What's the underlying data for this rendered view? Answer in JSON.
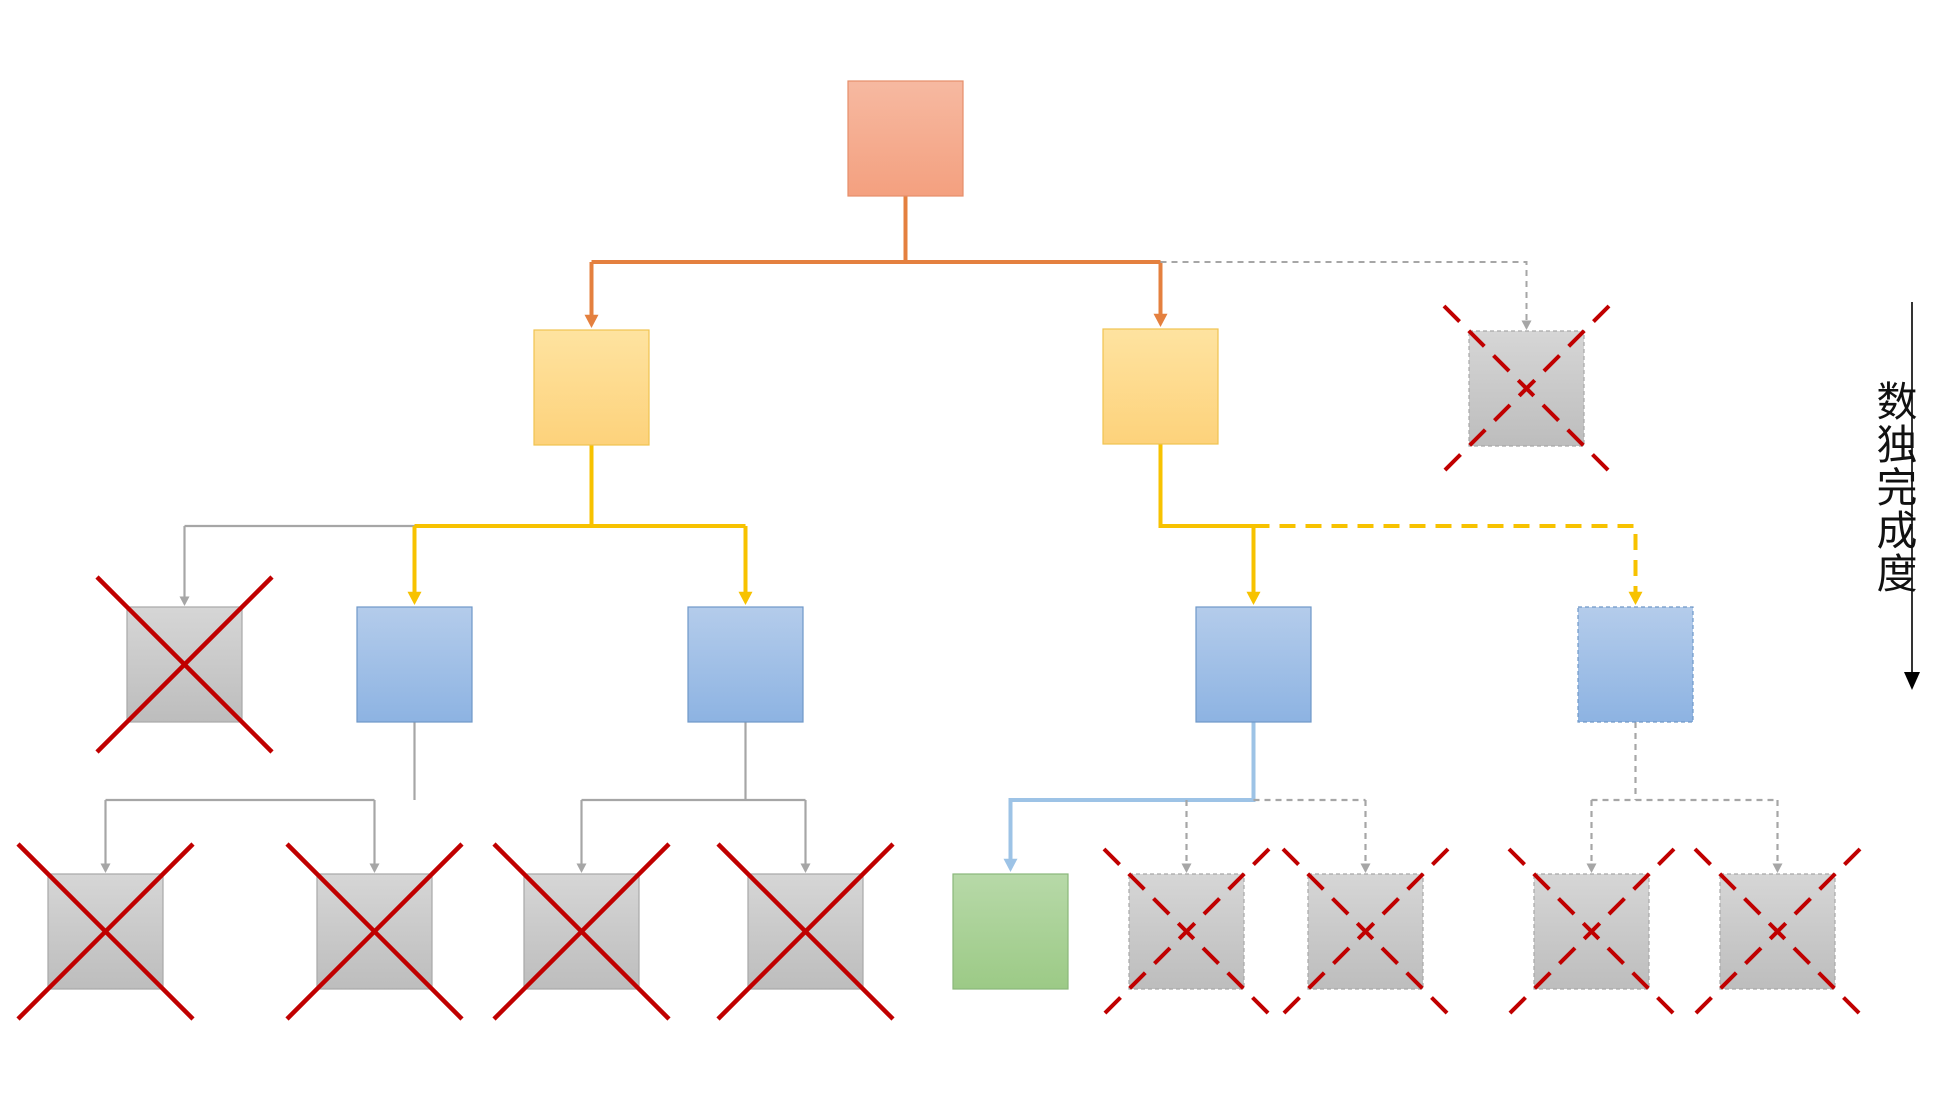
{
  "axis_label": "数独完成度",
  "colors": {
    "root": "#f4a383",
    "level1": "#fdd77d",
    "level2": "#93b8e3",
    "solution": "#a3cd8e",
    "pruned": "#c8c8c8",
    "edge_root": "#e4803f",
    "edge_level1": "#f7c200",
    "edge_level2": "#9dc3e6",
    "edge_pruned": "#a6a6a6",
    "cross": "#c00000"
  },
  "tree": {
    "root": {
      "state": "active"
    },
    "level1": [
      {
        "state": "active"
      },
      {
        "state": "active"
      },
      {
        "state": "pruned-pending"
      }
    ],
    "level2": [
      {
        "parent": 0,
        "state": "pruned"
      },
      {
        "parent": 0,
        "state": "active"
      },
      {
        "parent": 0,
        "state": "active"
      },
      {
        "parent": 1,
        "state": "active"
      },
      {
        "parent": 1,
        "state": "pending"
      }
    ],
    "level3": [
      {
        "parent": 1,
        "state": "pruned"
      },
      {
        "parent": 1,
        "state": "pruned"
      },
      {
        "parent": 2,
        "state": "pruned"
      },
      {
        "parent": 2,
        "state": "pruned"
      },
      {
        "parent": 3,
        "state": "solution"
      },
      {
        "parent": 3,
        "state": "pruned-pending"
      },
      {
        "parent": 3,
        "state": "pruned-pending"
      },
      {
        "parent": 4,
        "state": "pruned-pending"
      },
      {
        "parent": 4,
        "state": "pruned-pending"
      }
    ]
  }
}
